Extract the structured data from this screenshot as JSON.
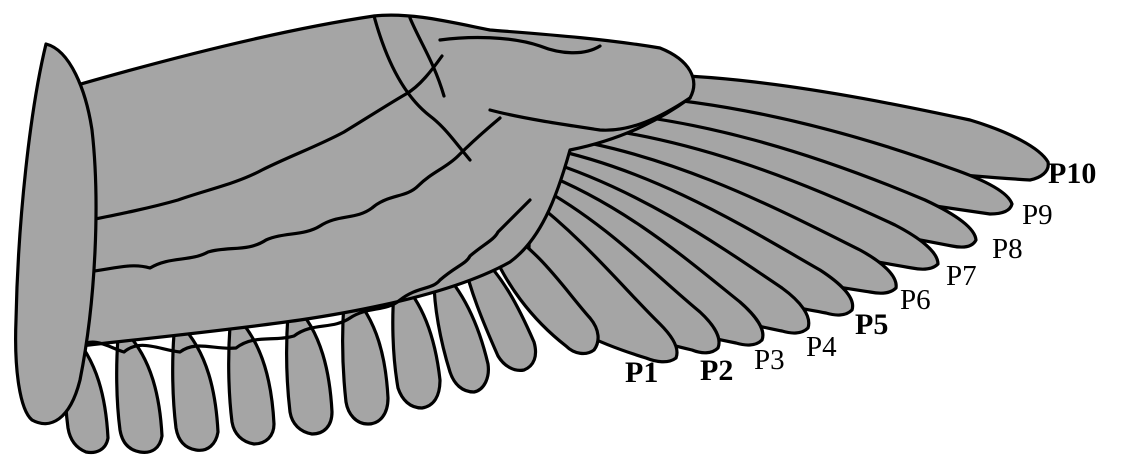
{
  "diagram": {
    "colors": {
      "feather_fill": "#a5a5a5",
      "outline": "#000000",
      "background": "#ffffff"
    },
    "primary_labels": [
      {
        "text": "P1",
        "bold": true
      },
      {
        "text": "P2",
        "bold": true
      },
      {
        "text": "P3",
        "bold": false
      },
      {
        "text": "P4",
        "bold": false
      },
      {
        "text": "P5",
        "bold": true
      },
      {
        "text": "P6",
        "bold": false
      },
      {
        "text": "P7",
        "bold": false
      },
      {
        "text": "P8",
        "bold": false
      },
      {
        "text": "P9",
        "bold": false
      },
      {
        "text": "P10",
        "bold": true
      }
    ]
  }
}
